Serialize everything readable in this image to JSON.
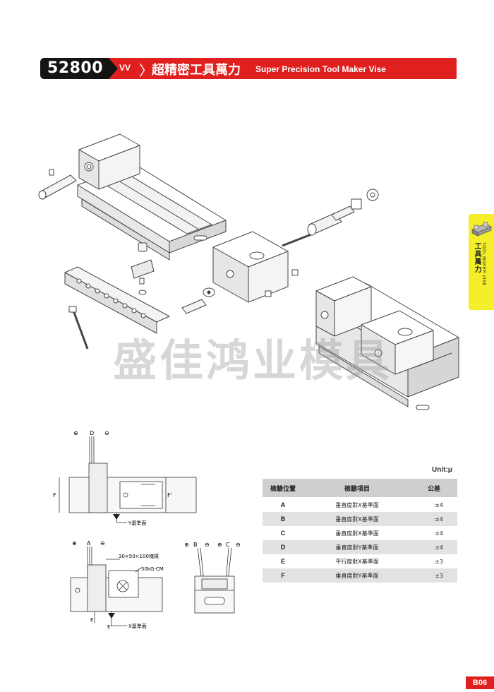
{
  "header": {
    "model": "52800",
    "series": "VV",
    "title_zh": "超精密工具萬力",
    "title_en": "Super Precision Tool Maker Vise"
  },
  "side_tab": {
    "zh": "工具萬力",
    "en": "TOOL MAKER VISE"
  },
  "watermark": "盛佳鸿业模具",
  "diagrams": {
    "top": {
      "d": "D",
      "plus": "⊕",
      "minus": "⊖",
      "f": "F",
      "f_prime": "F'",
      "ref": "Y基準面"
    },
    "bottom_left": {
      "a": "A",
      "block": "30×50×100塊規",
      "weight": "50kG-CM",
      "e": "E",
      "e_prime": "E'",
      "ref": "X基準面"
    },
    "bottom_right": {
      "b": "B",
      "c": "C"
    }
  },
  "table": {
    "unit": "Unit:μ",
    "headers": [
      "檢驗位置",
      "檢驗項目",
      "公差"
    ],
    "rows": [
      [
        "A",
        "垂直度對X基準面",
        "±4"
      ],
      [
        "B",
        "垂直度對X基準面",
        "±4"
      ],
      [
        "C",
        "垂直度對X基準面",
        "±4"
      ],
      [
        "D",
        "垂直度對Y基準面",
        "±4"
      ],
      [
        "E",
        "平行度對X基準面",
        "±3"
      ],
      [
        "F",
        "垂直度對Y基準面",
        "±3"
      ]
    ]
  },
  "page_number": "B06"
}
